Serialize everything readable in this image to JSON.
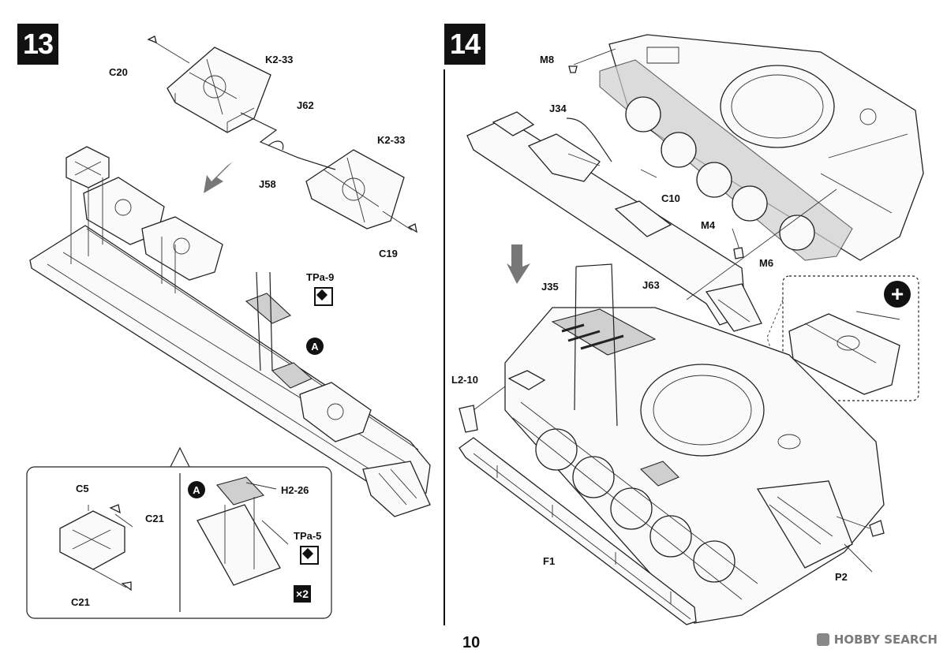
{
  "steps": [
    {
      "number": "13"
    },
    {
      "number": "14"
    }
  ],
  "step13_labels": {
    "c20": "C20",
    "k2_33_top": "K2-33",
    "j62": "J62",
    "k2_33_right": "K2-33",
    "j58": "J58",
    "c19": "C19",
    "tpa9": "TPa-9",
    "detail_a": "A"
  },
  "step13_inset": {
    "c5": "C5",
    "c21_right": "C21",
    "c21_bottom": "C21",
    "a_marker": "A",
    "h2_26": "H2-26",
    "tpa5": "TPa-5",
    "times": "×2"
  },
  "step14_labels": {
    "m8": "M8",
    "j34": "J34",
    "c10": "C10",
    "m4": "M4",
    "m6": "M6",
    "j35": "J35",
    "j63": "J63",
    "l2_10": "L2-10",
    "f1": "F1",
    "p2": "P2"
  },
  "page_number": "10",
  "watermark": "HOBBY SEARCH"
}
